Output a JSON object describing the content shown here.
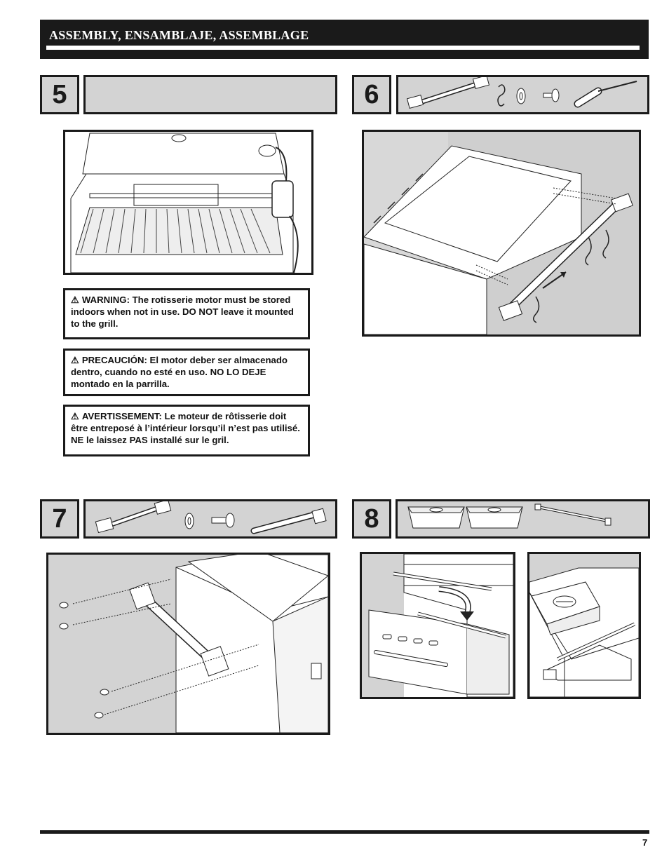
{
  "header": {
    "title": "ASSEMBLY, ENSAMBLAJE, ASSEMBLAGE"
  },
  "steps": [
    {
      "number": "5",
      "parts": []
    },
    {
      "number": "6",
      "parts": [
        "handle-icon",
        "s-hook-icon",
        "washer-icon",
        "screw-icon",
        "screwdriver-icon"
      ]
    },
    {
      "number": "7",
      "parts": [
        "handle-icon",
        "washer-icon",
        "bolt-icon",
        "wrench-icon"
      ]
    },
    {
      "number": "8",
      "parts": [
        "food-pan-icon",
        "food-pan-icon",
        "rail-icon"
      ]
    }
  ],
  "warnings": {
    "english": {
      "icon": "⚠",
      "text": "WARNING: The rotisserie motor must be stored indoors when not in use. DO NOT leave it mounted to the grill."
    },
    "spanish": {
      "icon": "⚠",
      "text": "PRECAUCIÓN: El motor deber ser almacenado dentro, cuando no esté en uso. NO LO DEJE montado en la parrilla."
    },
    "french": {
      "icon": "⚠",
      "text": "AVERTISSEMENT: Le moteur de rôtisserie doit être entreposé à l’intérieur lorsqu’il n’est pas utilisé. NE le laissez PAS installé sur le gril."
    }
  },
  "footer": {
    "page_number": "7"
  },
  "colors": {
    "panel_gray": "#d3d3d3",
    "border": "#1a1a1a",
    "wall_gray": "#cfcfcf"
  }
}
